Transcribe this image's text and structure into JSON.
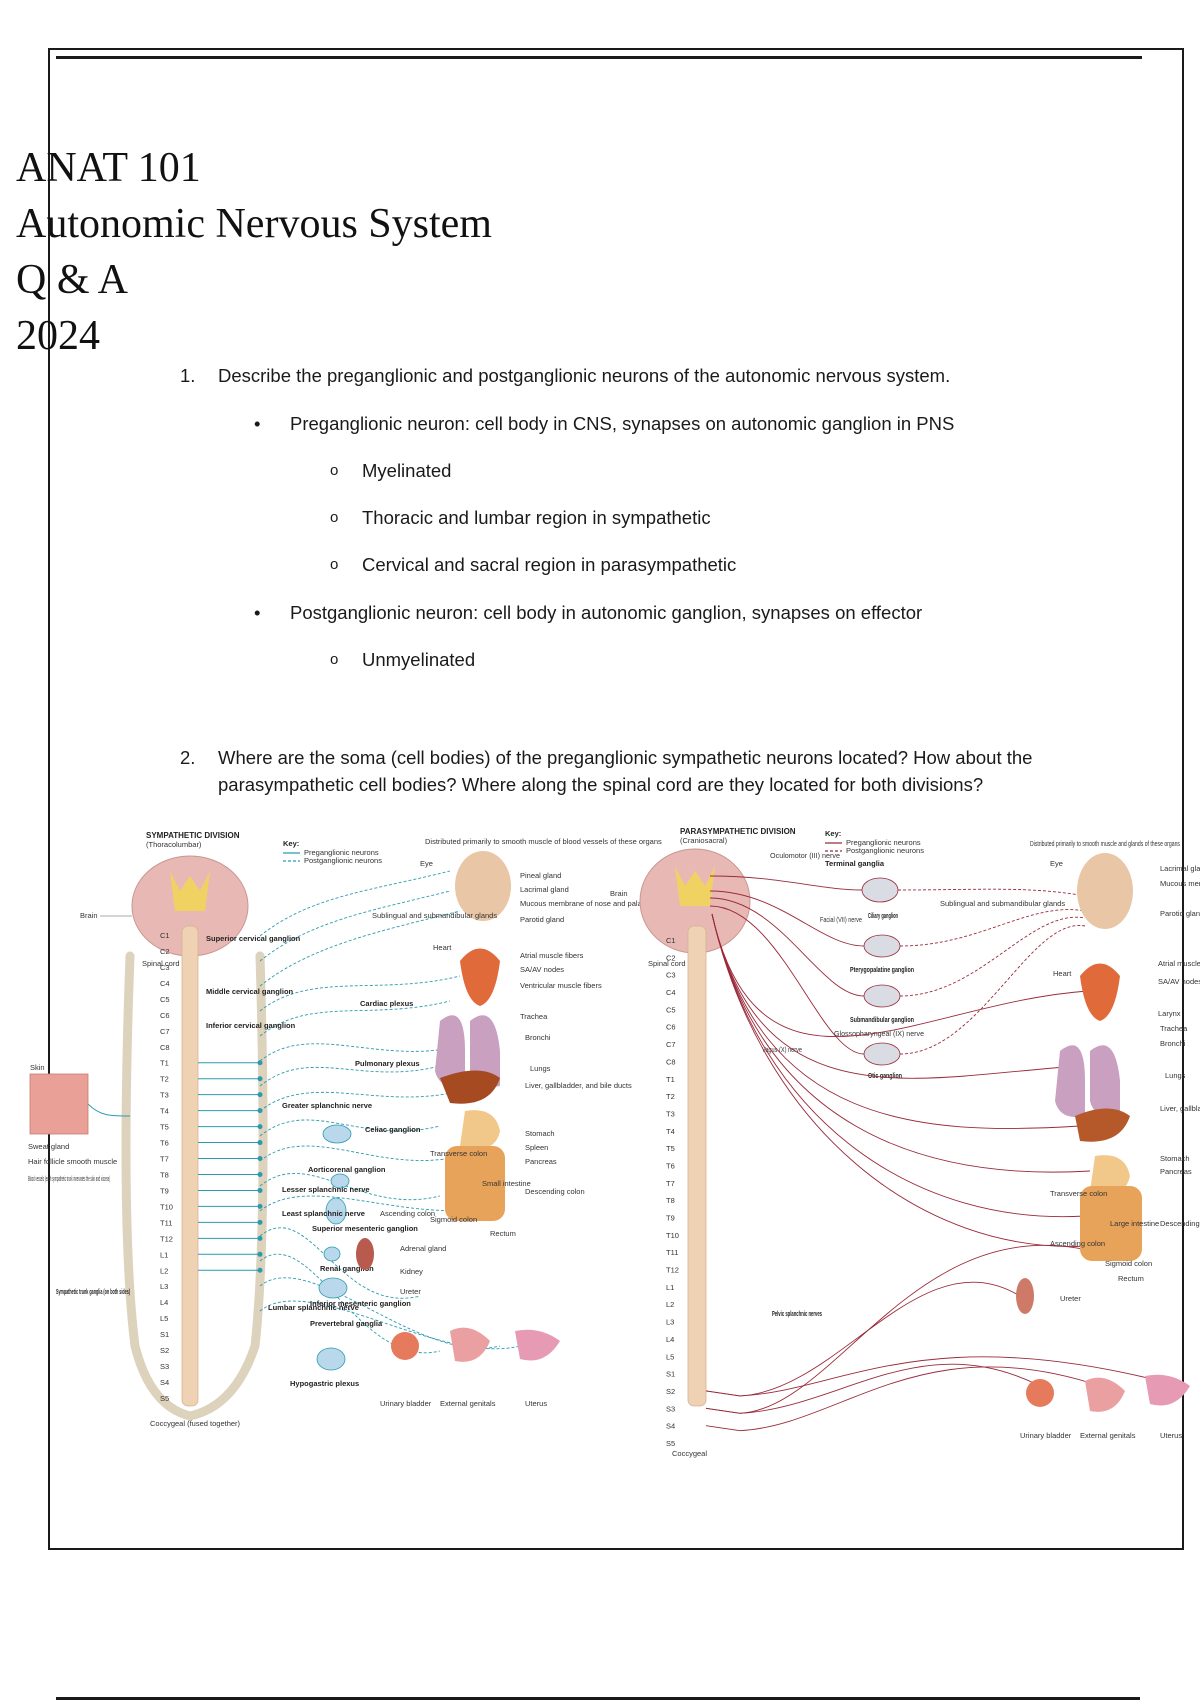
{
  "document": {
    "title_lines": [
      "ANAT 101",
      "Autonomic Nervous System",
      "Q & A",
      "2024"
    ]
  },
  "questions": [
    {
      "number": "1.",
      "text": "Describe the preganglionic and postganglionic neurons of the autonomic nervous system.",
      "answers": [
        {
          "bullet": "•",
          "text": "Preganglionic neuron: cell body in CNS, synapses on autonomic ganglion in PNS",
          "sub": [
            {
              "bullet": "o",
              "text": "Myelinated"
            },
            {
              "bullet": "o",
              "text": "Thoracic and lumbar region in sympathetic"
            },
            {
              "bullet": "o",
              "text": "Cervical and sacral region in parasympathetic"
            }
          ]
        },
        {
          "bullet": "•",
          "text": "Postganglionic neuron: cell body in autonomic ganglion, synapses on effector",
          "sub": [
            {
              "bullet": "o",
              "text": "Unmyelinated"
            }
          ]
        }
      ]
    },
    {
      "number": "2.",
      "text": "Where are the soma (cell bodies) of the preganglionic sympathetic neurons located?  How about the parasympathetic cell bodies? Where along the spinal cord are they located for both divisions?"
    }
  ],
  "figure": {
    "sympathetic": {
      "title": "SYMPATHETIC DIVISION",
      "subtitle": "(Thoracolumbar)",
      "key_title": "Key:",
      "key_items": [
        "Preganglionic neurons",
        "Postganglionic neurons"
      ],
      "note": "Distributed primarily to smooth muscle of blood vessels of these organs",
      "brain_label": "Brain",
      "cord_label": "Spinal cord",
      "segments": [
        "C1",
        "C2",
        "C3",
        "C4",
        "C5",
        "C6",
        "C7",
        "C8",
        "T1",
        "T2",
        "T3",
        "T4",
        "T5",
        "T6",
        "T7",
        "T8",
        "T9",
        "T10",
        "T11",
        "T12",
        "L1",
        "L2",
        "L3",
        "L4",
        "L5",
        "S1",
        "S2",
        "S3",
        "S4",
        "S5"
      ],
      "coccygeal": "Coccygeal (fused together)",
      "ganglia_labels": [
        "Superior cervical ganglion",
        "Middle cervical ganglion",
        "Inferior cervical ganglion",
        "Celiac ganglion",
        "Aorticorenal ganglion",
        "Superior mesenteric ganglion",
        "Renal ganglion",
        "Inferior mesenteric ganglion",
        "Prevertebral ganglia",
        "Hypogastric plexus"
      ],
      "nerve_labels": [
        "Cardiac plexus",
        "Pulmonary plexus",
        "Greater splanchnic nerve",
        "Lesser splanchnic nerve",
        "Least splanchnic nerve",
        "Lumbar splanchnic nerve"
      ],
      "skin_labels": [
        "Skin",
        "Sweat gland",
        "Hair follicle smooth muscle",
        "Blood vessels (each sympathetic trunk innervates the skin and viscera)"
      ],
      "trunk_label": "Sympathetic trunk ganglia (on both sides)",
      "organ_labels": [
        "Eye",
        "Pineal gland",
        "Lacrimal gland",
        "Mucous membrane of nose and palate",
        "Parotid gland",
        "Sublingual and submandibular glands",
        "Heart",
        "Atrial muscle fibers",
        "SA/AV nodes",
        "Ventricular muscle fibers",
        "Trachea",
        "Bronchi",
        "Lungs",
        "Liver, gallbladder, and bile ducts",
        "Stomach",
        "Spleen",
        "Pancreas",
        "Transverse colon",
        "Small intestine",
        "Descending colon",
        "Ascending colon",
        "Sigmoid colon",
        "Rectum",
        "Adrenal gland",
        "Kidney",
        "Ureter",
        "Urinary bladder",
        "External genitals",
        "Uterus"
      ]
    },
    "parasympathetic": {
      "title": "PARASYMPATHETIC DIVISION",
      "subtitle": "(Craniosacral)",
      "key_title": "Key:",
      "key_items": [
        "Preganglionic neurons",
        "Postganglionic neurons"
      ],
      "terminal_ganglia": "Terminal ganglia",
      "note": "Distributed primarily to smooth muscle and glands of these organs",
      "brain_label": "Brain",
      "cord_label": "Spinal cord",
      "segments": [
        "C1",
        "C2",
        "C3",
        "C4",
        "C5",
        "C6",
        "C7",
        "C8",
        "T1",
        "T2",
        "T3",
        "T4",
        "T5",
        "T6",
        "T7",
        "T8",
        "T9",
        "T10",
        "T11",
        "T12",
        "L1",
        "L2",
        "L3",
        "L4",
        "L5",
        "S1",
        "S2",
        "S3",
        "S4",
        "S5"
      ],
      "coccygeal": "Coccygeal",
      "nerve_labels": [
        "Oculomotor (III) nerve",
        "Facial (VII) nerve",
        "Glossopharyngeal (IX) nerve",
        "Vagus (X) nerve",
        "Pelvic splanchnic nerves"
      ],
      "ganglia_labels": [
        "Ciliary ganglion",
        "Pterygopalatine ganglion",
        "Submandibular ganglion",
        "Otic ganglion"
      ],
      "organ_labels": [
        "Eye",
        "Lacrimal gland",
        "Mucous membrane of nose and palate",
        "Parotid gland",
        "Sublingual and submandibular glands",
        "Heart",
        "Atrial muscle fibers",
        "SA/AV nodes",
        "Larynx",
        "Trachea",
        "Bronchi",
        "Lungs",
        "Liver, gallbladder, and bile ducts",
        "Stomach",
        "Pancreas",
        "Transverse colon",
        "Large intestine",
        "Descending colon",
        "Ascending colon",
        "Sigmoid colon",
        "Rectum",
        "Ureter",
        "Urinary bladder",
        "External genitals",
        "Uterus"
      ]
    },
    "colors": {
      "sympathetic_nerve": "#2a9bb0",
      "parasympathetic_nerve": "#9a2a3a",
      "brain": "#e8b9b4",
      "cord": "#efd2b4",
      "ganglion": "#b9d8ec"
    }
  }
}
